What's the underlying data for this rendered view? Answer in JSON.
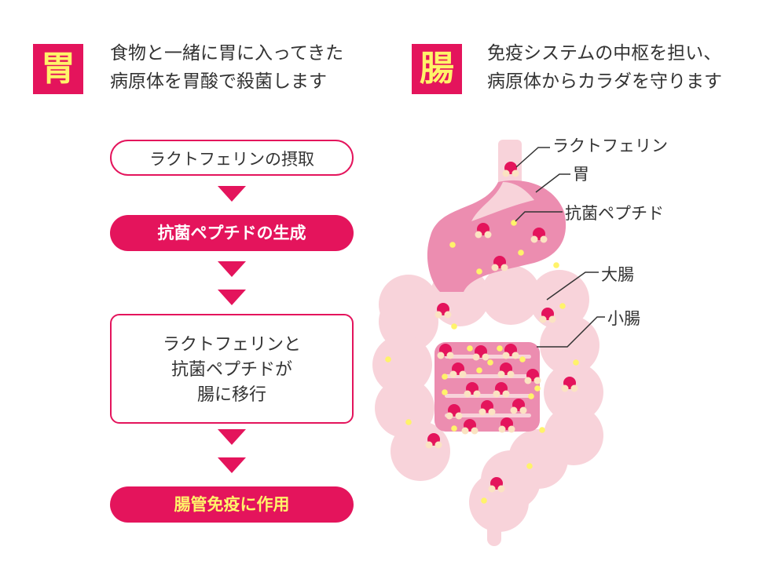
{
  "stomach_header": {
    "badge": "胃",
    "line1": "食物と一緒に胃に入ってきた",
    "line2": "病原体を胃酸で殺菌します"
  },
  "intestine_header": {
    "badge": "腸",
    "line1": "免疫システムの中枢を担い、",
    "line2": "病原体からカラダを守ります"
  },
  "flow": {
    "step1": "ラクトフェリンの摂取",
    "step2": "抗菌ペプチドの生成",
    "step3_line1": "ラクトフェリンと",
    "step3_line2": "抗菌ペプチドが",
    "step3_line3": "腸に移行",
    "step4": "腸管免疫に作用"
  },
  "organ_labels": {
    "lactoferrin": "ラクトフェリン",
    "stomach": "胃",
    "peptide": "抗菌ペプチド",
    "large_intestine": "大腸",
    "small_intestine": "小腸"
  },
  "colors": {
    "accent": "#e4145c",
    "highlight": "#fff36a",
    "organ_light": "#f8d3da",
    "organ_mid": "#ec8db0"
  },
  "icons": {
    "lactoferrin": "pink-dome-dot-icon",
    "peptide": "yellow-dot-icon"
  }
}
